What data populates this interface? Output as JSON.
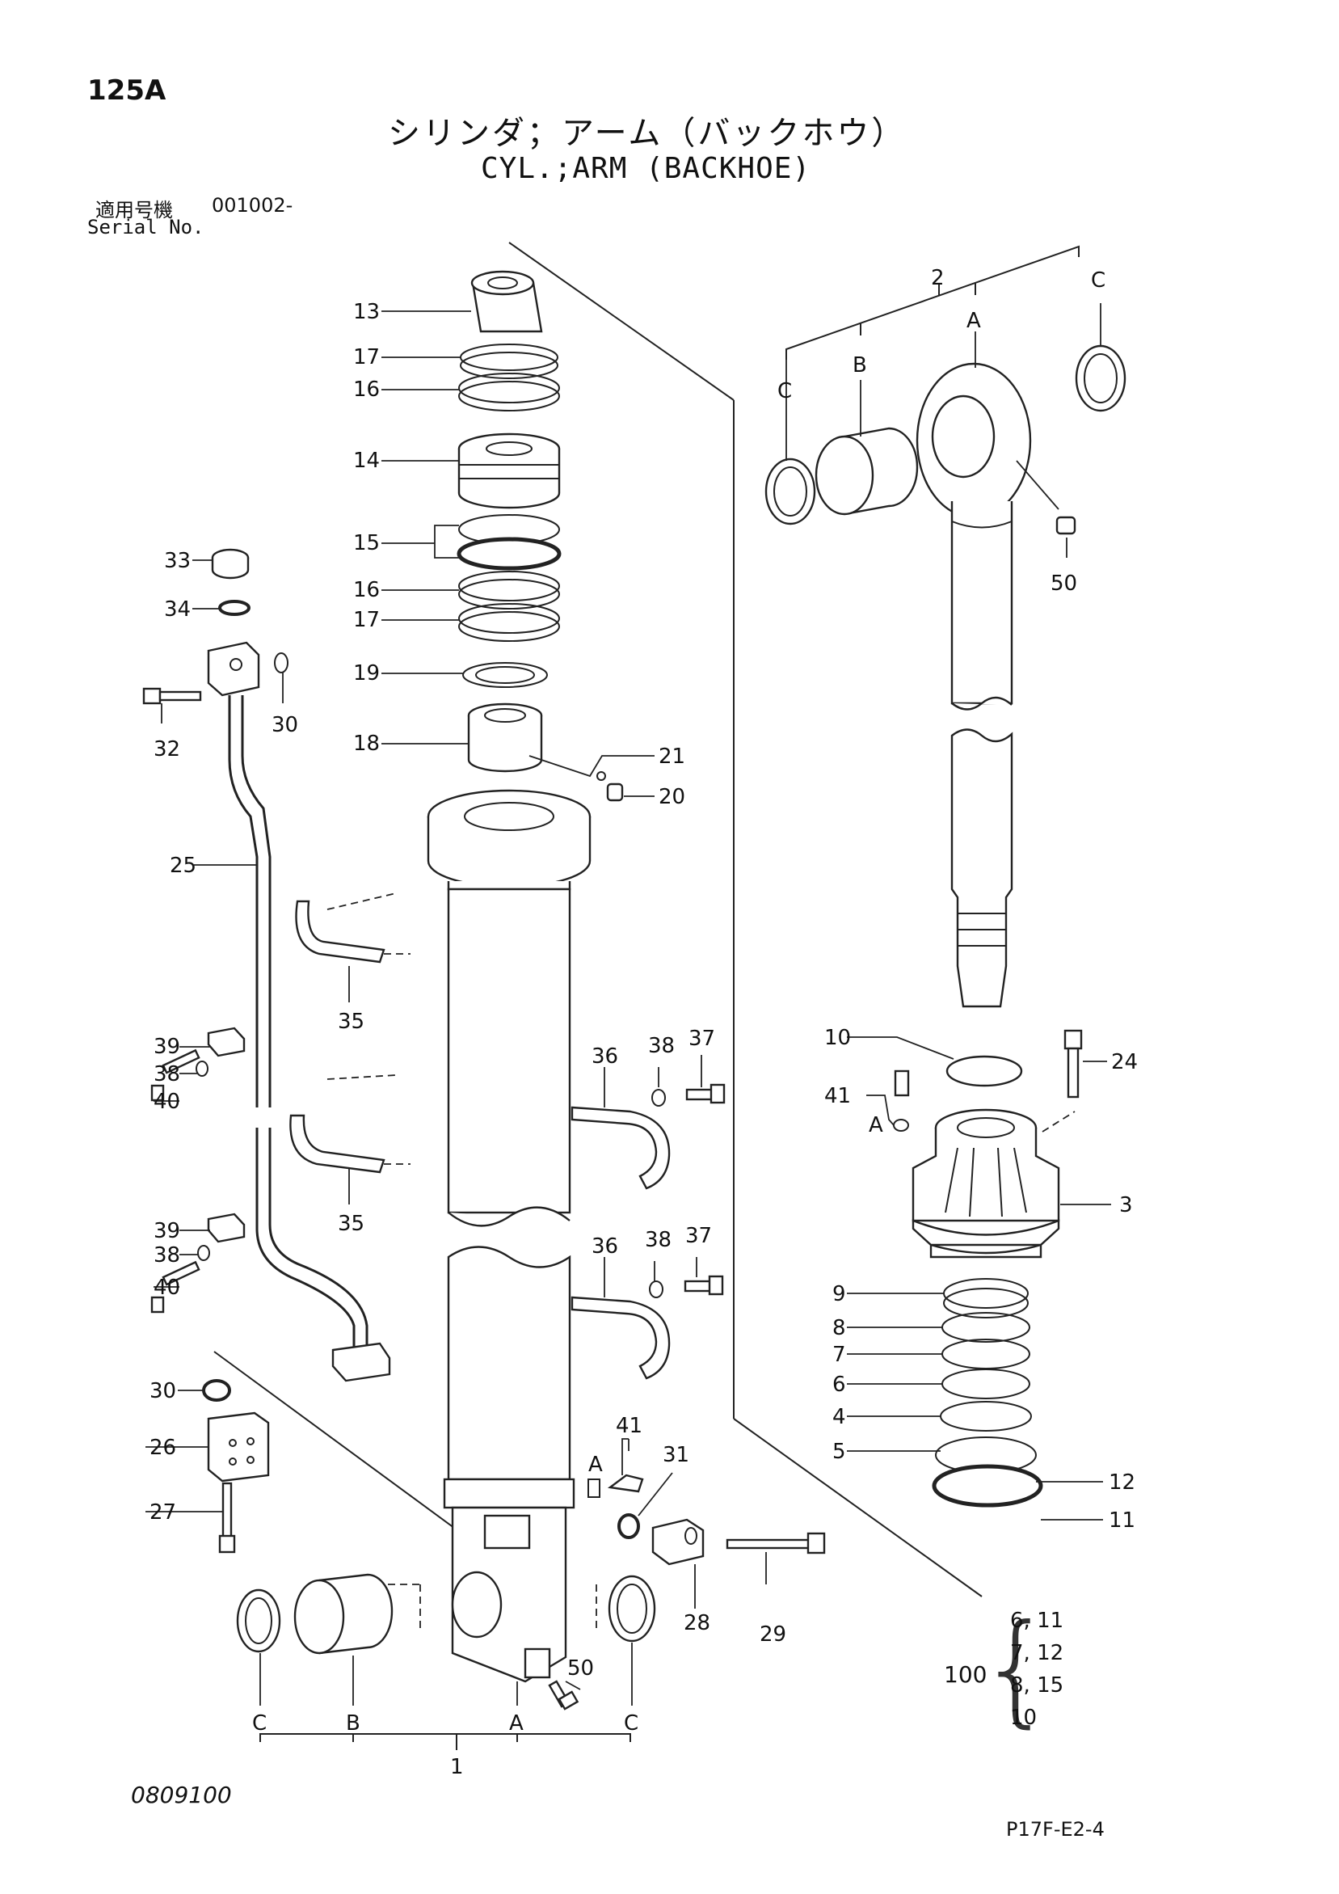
{
  "header": {
    "page_code": "125A",
    "title_jp": "シリンダ；アーム（バックホウ）",
    "title_en": "CYL.;ARM (BACKHOE)",
    "serial_label_jp": "適用号機",
    "serial_value": "001002-",
    "serial_label_en": "Serial No."
  },
  "footer": {
    "doc_number": "0809100",
    "page_ref": "P17F-E2-4"
  },
  "callouts": [
    "13",
    "17",
    "16",
    "14",
    "15",
    "16",
    "17",
    "19",
    "18",
    "21",
    "20",
    "33",
    "34",
    "32",
    "30",
    "25",
    "35",
    "35",
    "39",
    "38",
    "40",
    "39",
    "38",
    "40",
    "36",
    "38",
    "37",
    "36",
    "38",
    "37",
    "30",
    "26",
    "27",
    "41",
    "A",
    "31",
    "28",
    "29",
    "50",
    "C",
    "B",
    "A",
    "C",
    "1",
    "2",
    "A",
    "C",
    "B",
    "C",
    "50",
    "10",
    "24",
    "41",
    "A",
    "3",
    "9",
    "8",
    "7",
    "6",
    "4",
    "5",
    "12",
    "11"
  ],
  "kit": {
    "number": "100",
    "items": [
      "6, 11",
      "7, 12",
      "8, 15",
      "10"
    ]
  }
}
